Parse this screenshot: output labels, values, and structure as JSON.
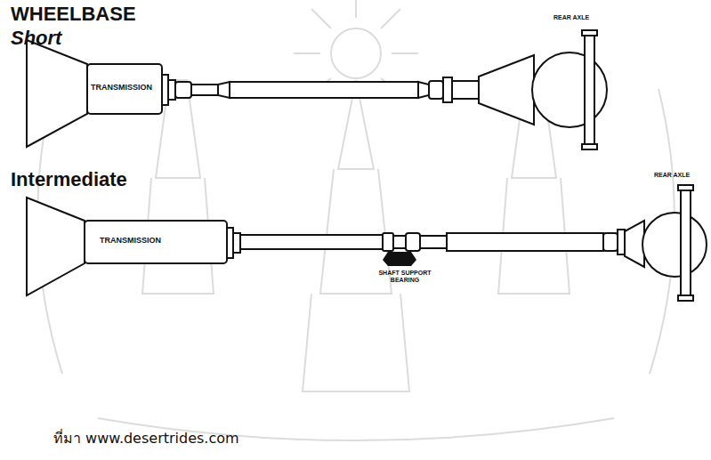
{
  "diagram": {
    "title": "WHEELBASE",
    "caption": "ที่มา www.desertrides.com",
    "labels": [
      "Short",
      "Intermediate",
      "TRANSMISSION",
      "REAR AXLE",
      "TRANSMISSION",
      "SHAFT SUPPORT BEARING",
      "REAR AXLE"
    ]
  }
}
